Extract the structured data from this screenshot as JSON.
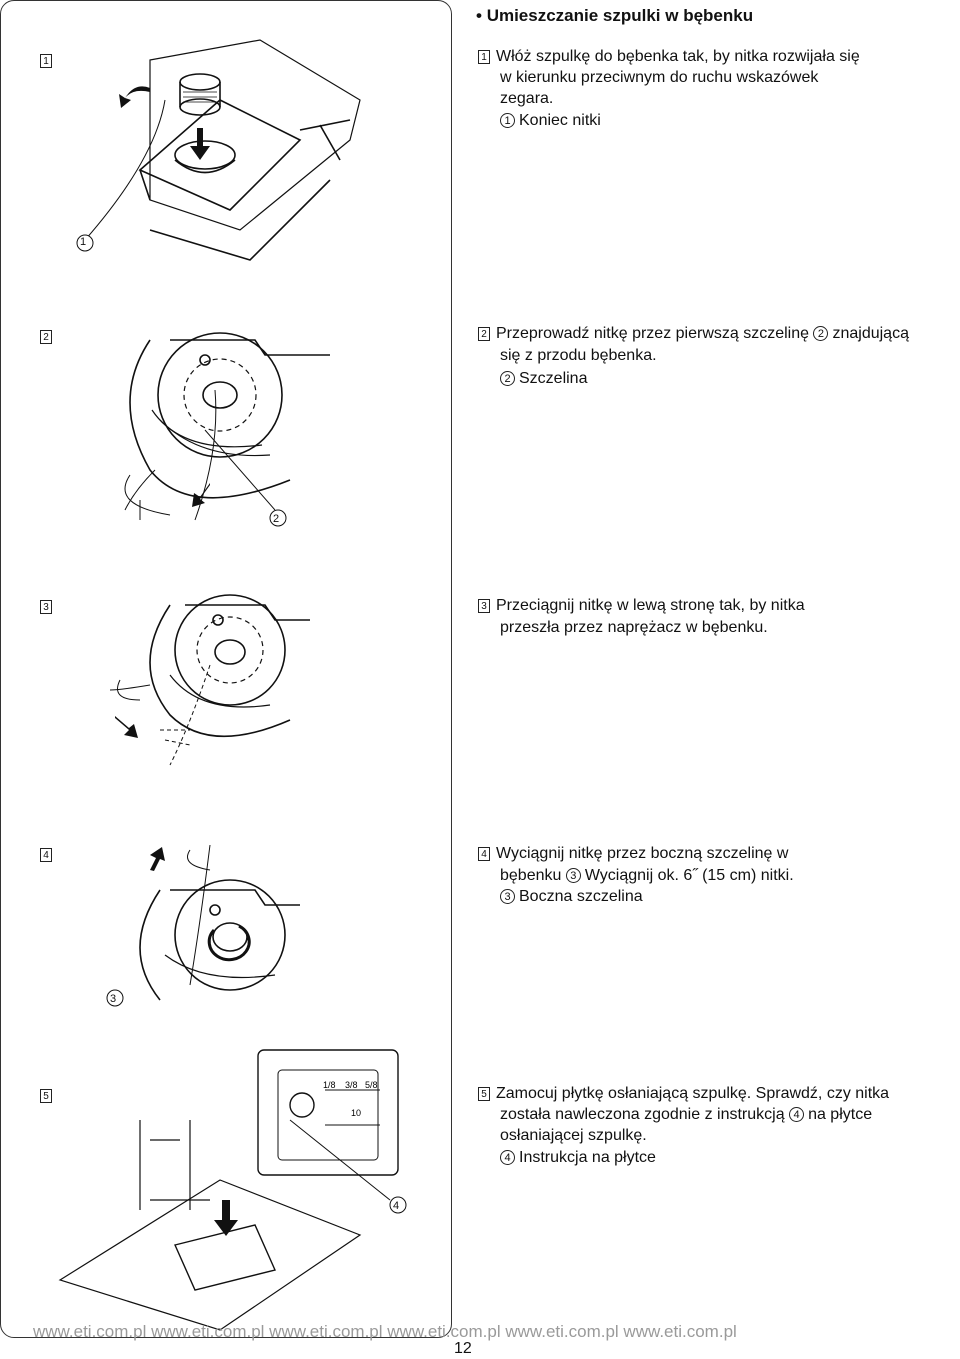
{
  "section_title": "Umieszczanie szpulki w bębenku",
  "bullet": "•",
  "steps": [
    {
      "num": "1",
      "text_lines": [
        "Włóż szpulkę do bębenka tak, by nitka rozwijała się",
        "w kierunku przeciwnym do ruchu wskazówek",
        "zegara."
      ],
      "callout_num": "1",
      "callout_text": "Koniec nitki"
    },
    {
      "num": "2",
      "text_lines": [
        "Przeprowadź nitkę przez pierwszą szczelinę",
        "się z przodu bębenka."
      ],
      "inline_circ": "2",
      "inline_after": "znajdującą",
      "callout_num": "2",
      "callout_text": "Szczelina"
    },
    {
      "num": "3",
      "text_lines": [
        "Przeciągnij nitkę w lewą stronę tak, by nitka",
        "przeszła przez naprężacz w bębenku."
      ]
    },
    {
      "num": "4",
      "text_lines": [
        "Wyciągnij nitkę przez boczną szczelinę w",
        "bębenku",
        "Wyciągnij ok. 6˝ (15 cm) nitki."
      ],
      "inline_circ": "3",
      "callout_num": "3",
      "callout_text": "Boczna szczelina"
    },
    {
      "num": "5",
      "text_lines": [
        "Zamocuj płytkę osłaniającą szpulkę. Sprawdź, czy nitka",
        "została nawleczona zgodnie z instrukcją",
        "na płytce",
        "osłaniającej szpulkę."
      ],
      "inline_circ": "4",
      "callout_num": "4",
      "callout_text": "Instrukcja na płytce"
    }
  ],
  "figure_labels": {
    "fig1_callout": "1",
    "fig2_callout": "2",
    "fig4_callout": "3",
    "fig5_callout": "4",
    "plate_ticks": [
      "1/8",
      "3/8",
      "5/8"
    ],
    "plate_ten": "10"
  },
  "footer": "www.eti.com.pl  www.eti.com.pl  www.eti.com.pl  www.eti.com.pl www.eti.com.pl www.eti.com.pl",
  "page_number": "12"
}
